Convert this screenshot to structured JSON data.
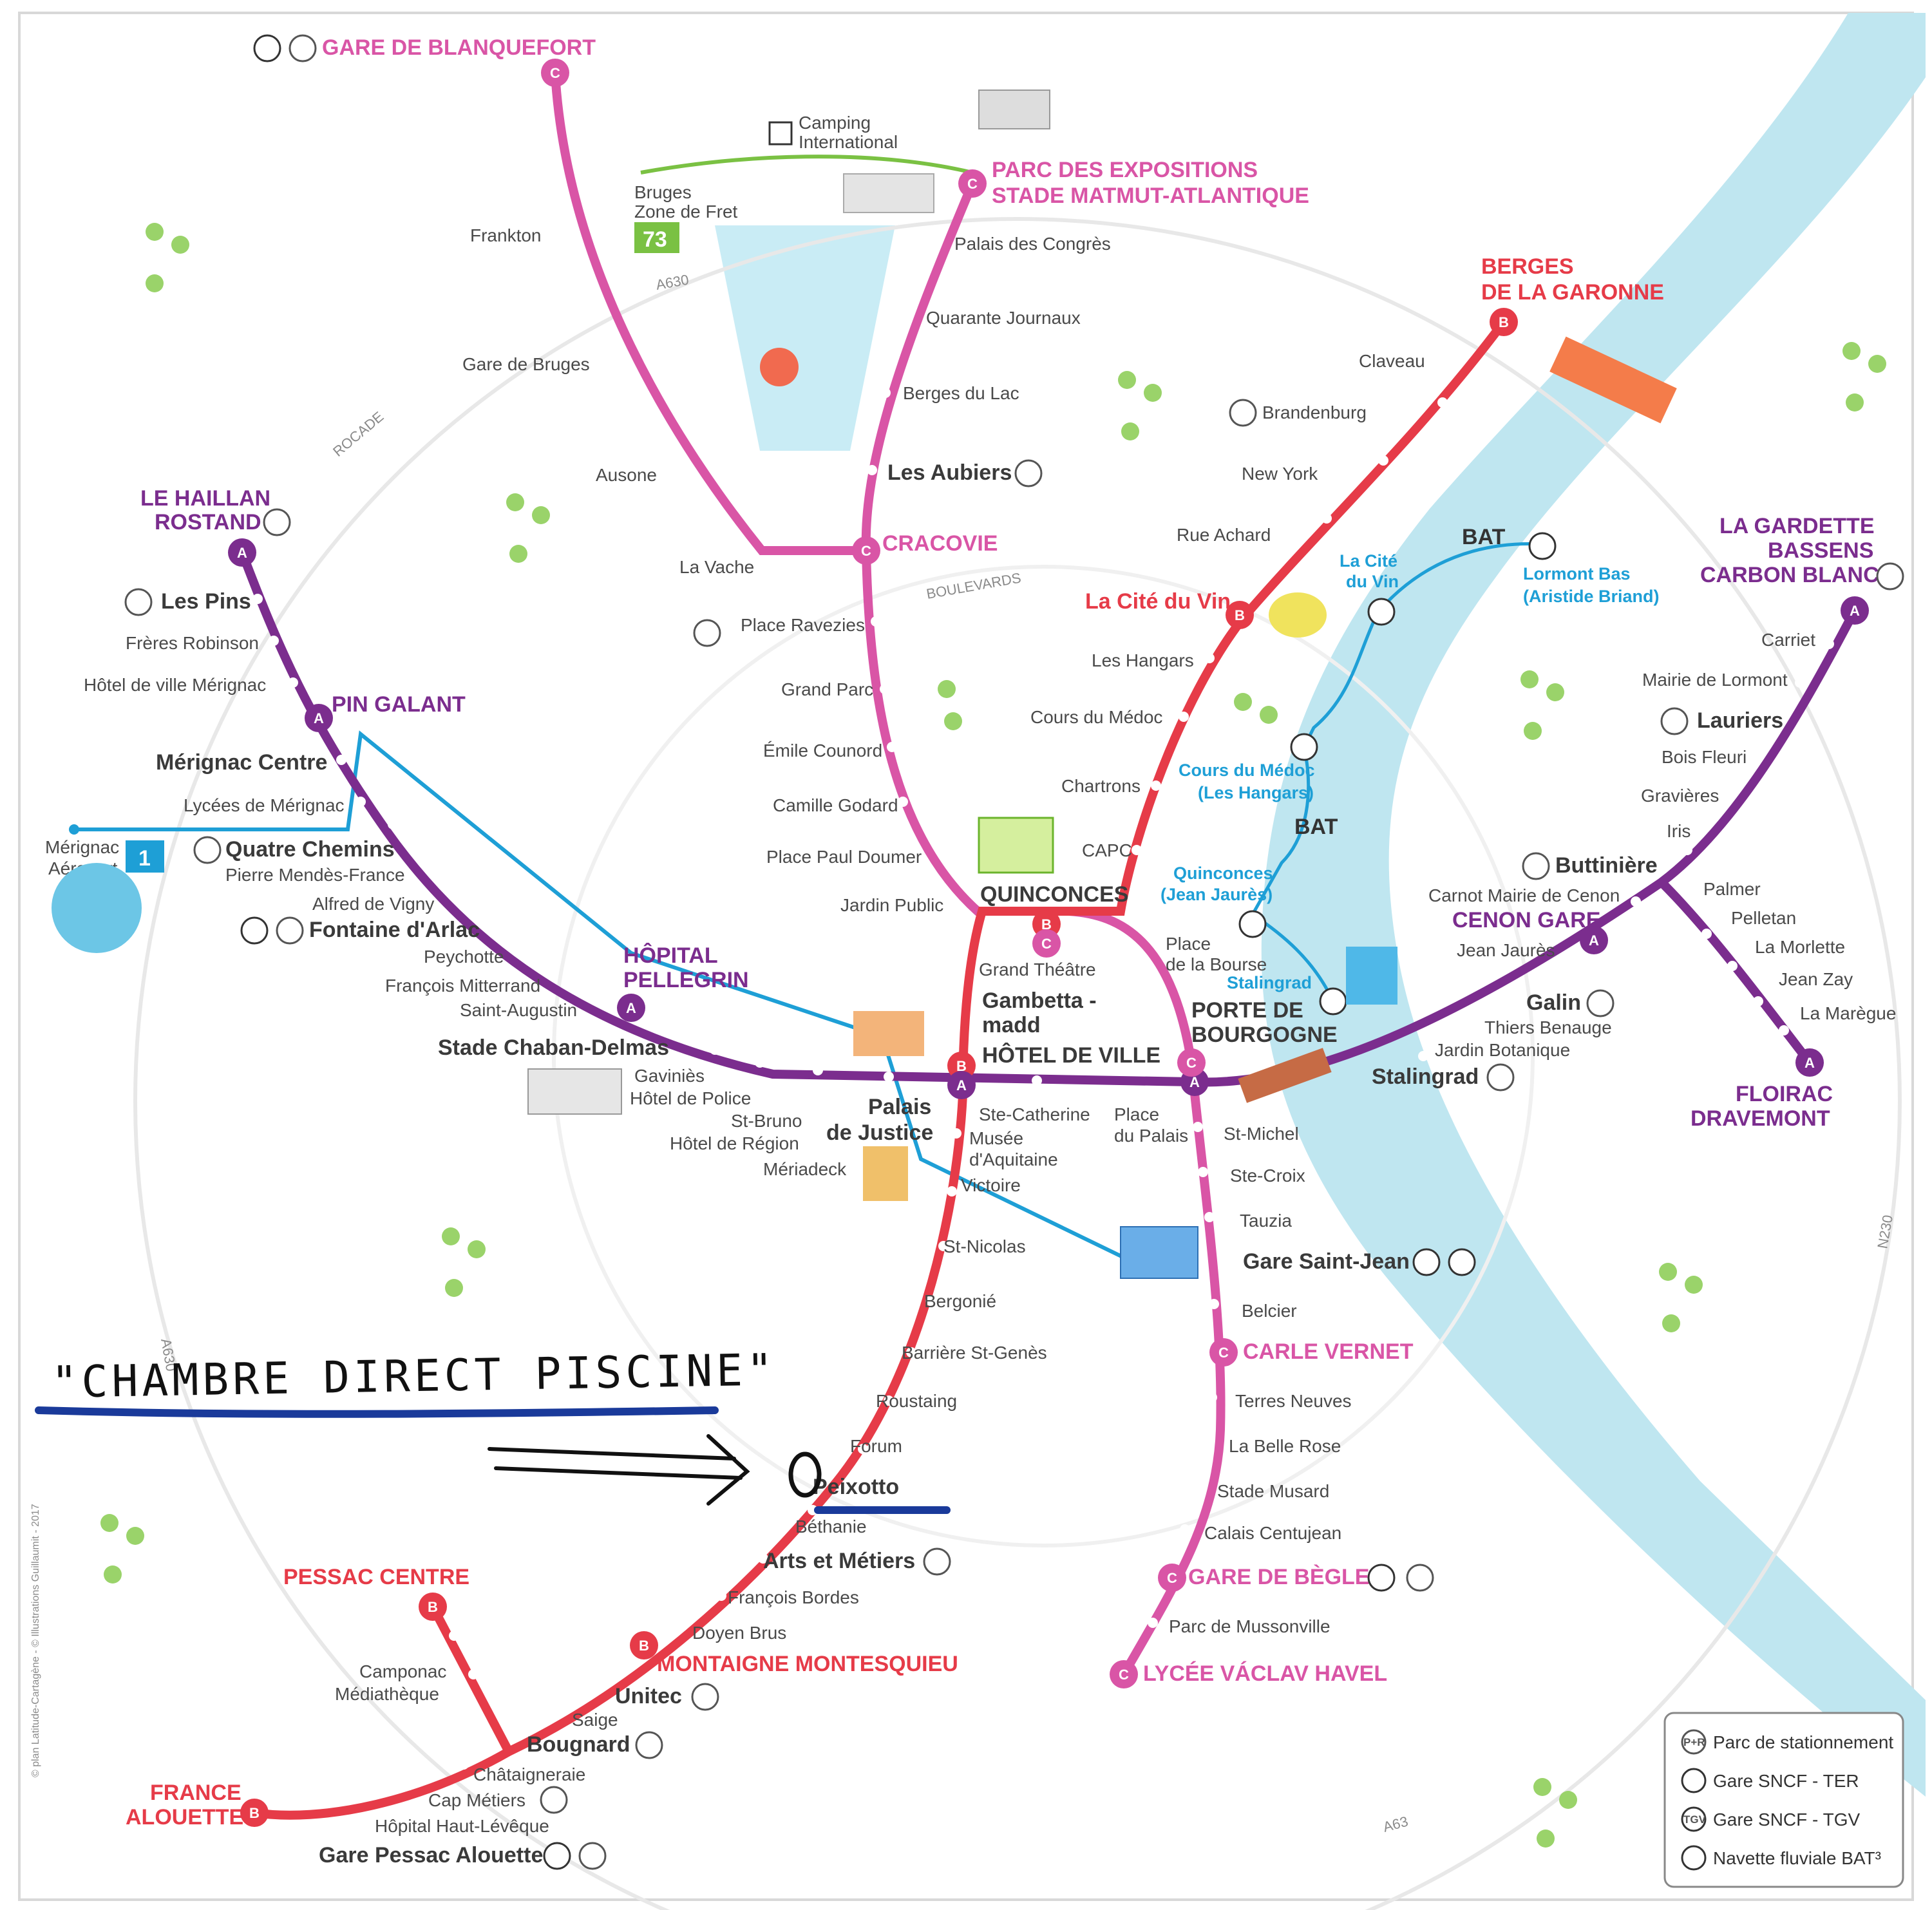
{
  "colors": {
    "line_a": "#7b2d8e",
    "line_b": "#e63b48",
    "line_c": "#d955a6",
    "line_1": "#1e9fd6",
    "bus_73": "#7ac143",
    "river": "#bfe6f0",
    "handwriting": "#111111",
    "underline": "#1a3a9a"
  },
  "terminals": {
    "blanquefort": "GARE DE BLANQUEFORT",
    "parc_expo_1": "PARC DES EXPOSITIONS",
    "parc_expo_2": "STADE MATMUT-ATLANTIQUE",
    "berges_1": "BERGES",
    "berges_2": "DE LA GARONNE",
    "haillan_1": "LE HAILLAN",
    "haillan_2": "ROSTAND",
    "gardette_1": "LA GARDETTE",
    "gardette_2": "BASSENS",
    "gardette_3": "CARBON BLANC",
    "floirac_1": "FLOIRAC",
    "floirac_2": "DRAVEMONT",
    "pessac_centre": "PESSAC CENTRE",
    "france_1": "FRANCE",
    "france_2": "ALOUETTE",
    "lycee": "LYCÉE VÁCLAV HAVEL",
    "begles": "GARE DE BÈGLES",
    "carle_vernet": "CARLE VERNET",
    "cracovie": "CRACOVIE",
    "pin_galant": "PIN GALANT",
    "pellegrin_1": "HÔPITAL",
    "pellegrin_2": "PELLEGRIN",
    "cenon": "CENON GARE",
    "montaigne": "MONTAIGNE MONTESQUIEU",
    "cite_du_vin": "La Cité du Vin"
  },
  "stations": {
    "frankton": "Frankton",
    "gare_bruges": "Gare de Bruges",
    "ausone": "Ausone",
    "la_vache": "La Vache",
    "palais_congres": "Palais des Congrès",
    "quarante": "Quarante Journaux",
    "berges_lac": "Berges du Lac",
    "aubiers": "Les Aubiers",
    "ravezies": "Place Ravezies",
    "grand_parc": "Grand Parc",
    "counord": "Émile Counord",
    "godard": "Camille Godard",
    "doumer": "Place Paul Doumer",
    "jardin_public": "Jardin Public",
    "quinconces": "QUINCONCES",
    "grand_theatre": "Grand Théâtre",
    "gambetta_1": "Gambetta -",
    "gambetta_2": "madd",
    "hotel_ville": "HÔTEL DE VILLE",
    "ste_catherine": "Ste-Catherine",
    "musee_1": "Musée",
    "musee_2": "d'Aquitaine",
    "victoire": "Victoire",
    "place_palais_1": "Place",
    "place_palais_2": "du Palais",
    "st_michel": "St-Michel",
    "ste_croix": "Ste-Croix",
    "tauzia": "Tauzia",
    "saint_jean": "Gare Saint-Jean",
    "belcier": "Belcier",
    "terres_neuves": "Terres Neuves",
    "belle_rose": "La Belle Rose",
    "musard": "Stade Musard",
    "centujean": "Calais Centujean",
    "mussonville": "Parc de Mussonville",
    "claveau": "Claveau",
    "brandenburg": "Brandenburg",
    "new_york": "New York",
    "achard": "Rue Achard",
    "hangars": "Les Hangars",
    "cours_medoc": "Cours du Médoc",
    "chartrons": "Chartrons",
    "capc": "CAPC",
    "place_bourse_1": "Place",
    "place_bourse_2": "de la Bourse",
    "porte_1": "PORTE DE",
    "porte_2": "BOURGOGNE",
    "les_pins": "Les Pins",
    "robinson": "Frères Robinson",
    "hdv_merignac": "Hôtel de ville Mérignac",
    "merignac_centre": "Mérignac Centre",
    "lycees": "Lycées de Mérignac",
    "quatre_chemins": "Quatre Chemins",
    "mendes": "Pierre Mendès-France",
    "vigny": "Alfred de Vigny",
    "arlac": "Fontaine d'Arlac",
    "peychotte": "Peychotte",
    "mitterrand": "François Mitterrand",
    "augustin": "Saint-Augustin",
    "chaban": "Stade Chaban-Delmas",
    "gavinies": "Gaviniès",
    "police": "Hôtel de Police",
    "st_bruno": "St-Bruno",
    "region": "Hôtel de Région",
    "meriadeck": "Mériadeck",
    "palais_justice_1": "Palais",
    "palais_justice_2": "de Justice",
    "stalingrad": "Stalingrad",
    "jardin_bota": "Jardin Botanique",
    "thiers": "Thiers Benauge",
    "galin": "Galin",
    "jaures": "Jean Jaurès",
    "carnot": "Carnot Mairie de Cenon",
    "buttiniere": "Buttinière",
    "iris": "Iris",
    "gravieres": "Gravières",
    "bois_fleuri": "Bois Fleuri",
    "lauriers": "Lauriers",
    "lormont": "Mairie de Lormont",
    "carriet": "Carriet",
    "palmer": "Palmer",
    "pelletan": "Pelletan",
    "morlette": "La Morlette",
    "zay": "Jean Zay",
    "maregue": "La Marègue",
    "st_nicolas": "St-Nicolas",
    "bergonie": "Bergonié",
    "genes": "Barrière St-Genès",
    "roustaing": "Roustaing",
    "forum": "Forum",
    "peixotto": "Peixotto",
    "bethanie": "Béthanie",
    "arts_metiers": "Arts et Métiers",
    "bordes": "François Bordes",
    "doyen": "Doyen Brus",
    "unitec": "Unitec",
    "saige": "Saige",
    "bougnard": "Bougnard",
    "chataigneraie": "Châtaigneraie",
    "cap_metiers": "Cap Métiers",
    "haut_leveque": "Hôpital Haut-Lévêque",
    "pessac_alouette": "Gare Pessac Alouette",
    "camponac_1": "Camponac",
    "camponac_2": "Médiathèque",
    "camping_1": "Camping",
    "camping_2": "International",
    "bruges": "Bruges",
    "zone_fret": "Zone de Fret",
    "merignac_aero_1": "Mérignac",
    "merignac_aero_2": "Aéroport"
  },
  "bat_stops": {
    "cite_vin_1": "La Cité",
    "cite_vin_2": "du Vin",
    "lormont_1": "Lormont Bas",
    "lormont_2": "(Aristide Briand)",
    "hangars_1": "Cours du Médoc",
    "hangars_2": "(Les Hangars)",
    "jaures_1": "Quinconces",
    "jaures_2": "(Jean Jaurès)",
    "stalingrad": "Stalingrad",
    "bat_logo": "BAT"
  },
  "line_badges": {
    "bus": "73",
    "liane": "1",
    "line_a": "A",
    "line_b": "B",
    "line_c": "C"
  },
  "road_labels": {
    "rocade": "ROCADE",
    "boulevards": "BOULEVARDS",
    "a630": "A630",
    "a63": "A63",
    "n230": "N230",
    "a630b": "A630"
  },
  "legend": {
    "parking": "Parc de stationnement",
    "ter": "Gare SNCF - TER",
    "tgv": "Gare SNCF - TGV",
    "navette": "Navette fluviale BAT³",
    "pr": "P+R",
    "tgv_badge": "TGV"
  },
  "annotation": {
    "handwritten": "\"CHAMBRE DIRECT PISCINE\""
  },
  "credit": "© plan Latitude-Cartagène - © Illustrations Guillaumit - 2017"
}
